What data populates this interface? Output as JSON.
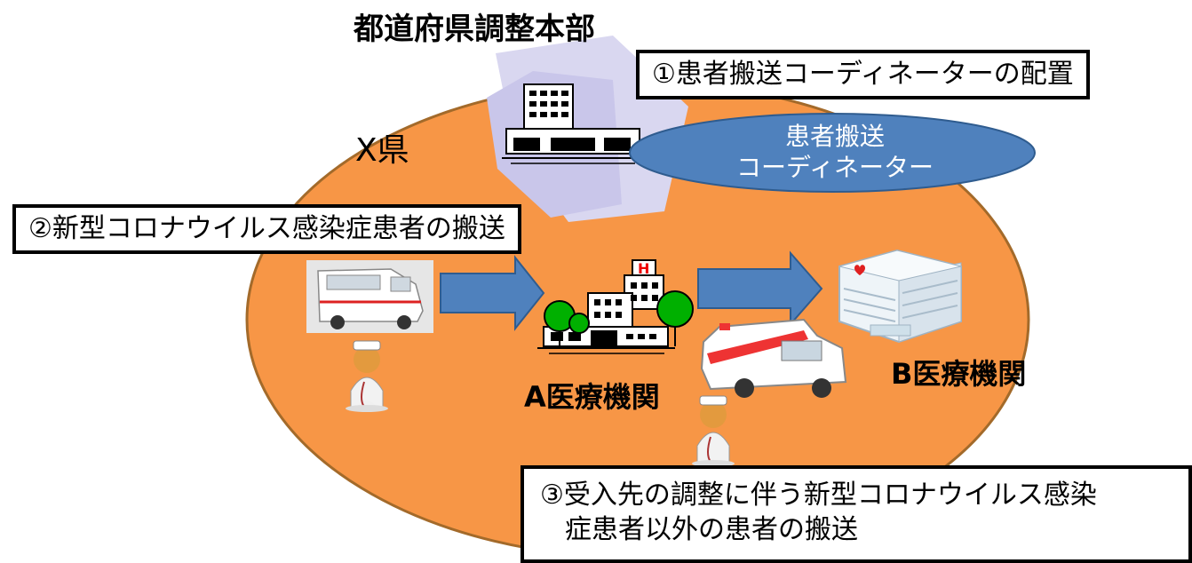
{
  "hq_title": "都道府県調整本部",
  "prefecture_label": "X県",
  "step1_label": "①患者搬送コーディネーターの配置",
  "coordinator": {
    "line1": "患者搬送",
    "line2": "コーディネーター"
  },
  "step2_label": "②新型コロナウイルス感染症患者の搬送",
  "hospital_a_label": "A医療機関",
  "hospital_b_label": "B医療機関",
  "step3": {
    "line1": "③受入先の調整に伴う新型コロナウイルス感染",
    "line2": "症患者以外の患者の搬送"
  },
  "colors": {
    "prefecture_fill": "#f79646",
    "prefecture_stroke": "#a36a2a",
    "coordinator_fill": "#4f81bd",
    "arrow_fill": "#4f81bd",
    "tree_green": "#00b000"
  }
}
